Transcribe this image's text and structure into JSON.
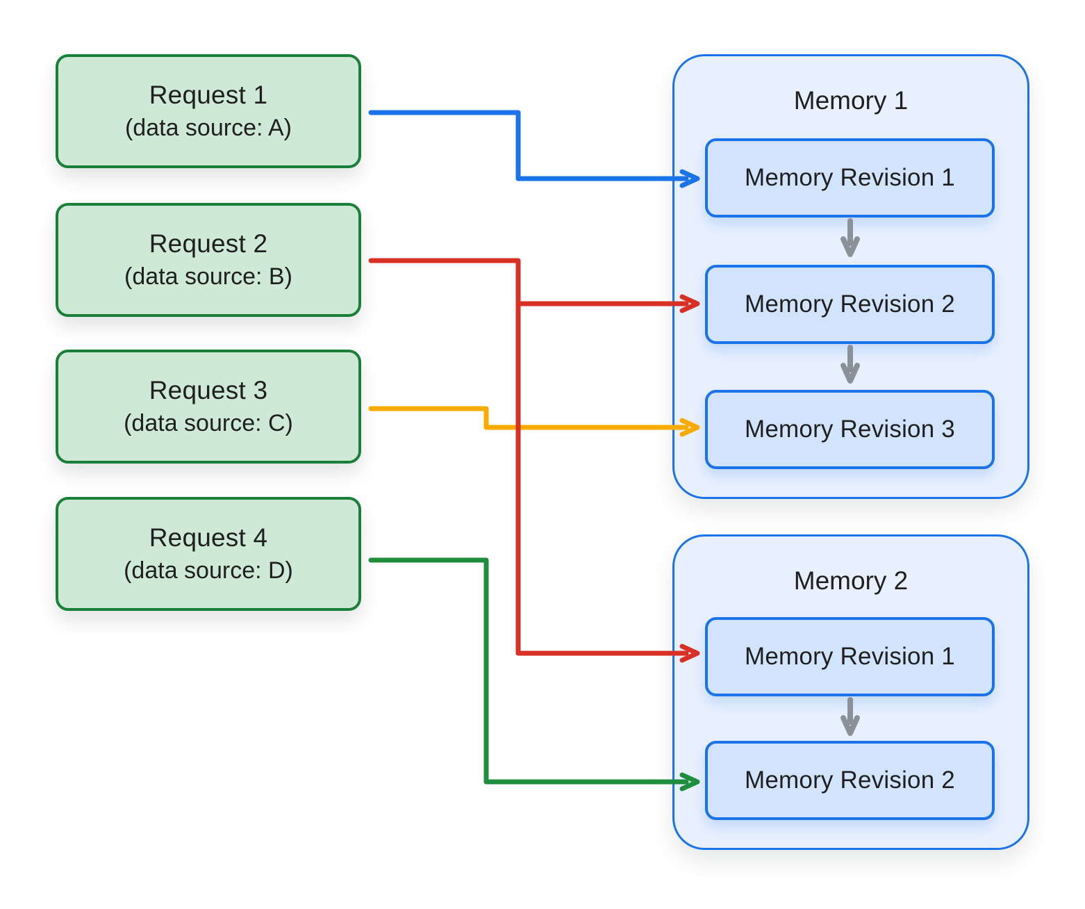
{
  "diagram": {
    "requests": [
      {
        "title": "Request 1",
        "subtitle": "(data source: A)"
      },
      {
        "title": "Request 2",
        "subtitle": "(data source: B)"
      },
      {
        "title": "Request 3",
        "subtitle": "(data source: C)"
      },
      {
        "title": "Request 4",
        "subtitle": "(data source: D)"
      }
    ],
    "memories": [
      {
        "title": "Memory 1",
        "revisions": [
          "Memory Revision 1",
          "Memory Revision 2",
          "Memory Revision 3"
        ]
      },
      {
        "title": "Memory 2",
        "revisions": [
          "Memory Revision 1",
          "Memory Revision 2"
        ]
      }
    ],
    "connections": [
      {
        "from": "Request 1",
        "to": "Memory 1 / Memory Revision 1",
        "color": "#1a73e8"
      },
      {
        "from": "Request 2",
        "to": "Memory 1 / Memory Revision 2",
        "color": "#d93025"
      },
      {
        "from": "Request 2",
        "to": "Memory 2 / Memory Revision 1",
        "color": "#d93025"
      },
      {
        "from": "Request 3",
        "to": "Memory 1 / Memory Revision 3",
        "color": "#f9ab00"
      },
      {
        "from": "Request 4",
        "to": "Memory 2 / Memory Revision 2",
        "color": "#1e8e3e"
      }
    ],
    "colors": {
      "request_fill": "#ceead6",
      "request_border": "#188038",
      "memory_fill": "#e8f0fe",
      "memory_border": "#1a73e8",
      "revision_fill": "#d2e3fc",
      "revision_border": "#1a73e8",
      "arrow_blue": "#1a73e8",
      "arrow_red": "#d93025",
      "arrow_yellow": "#f9ab00",
      "arrow_green": "#1e8e3e",
      "arrow_gray": "#8a9199",
      "text": "#1f1f1f",
      "background": "#ffffff"
    }
  }
}
